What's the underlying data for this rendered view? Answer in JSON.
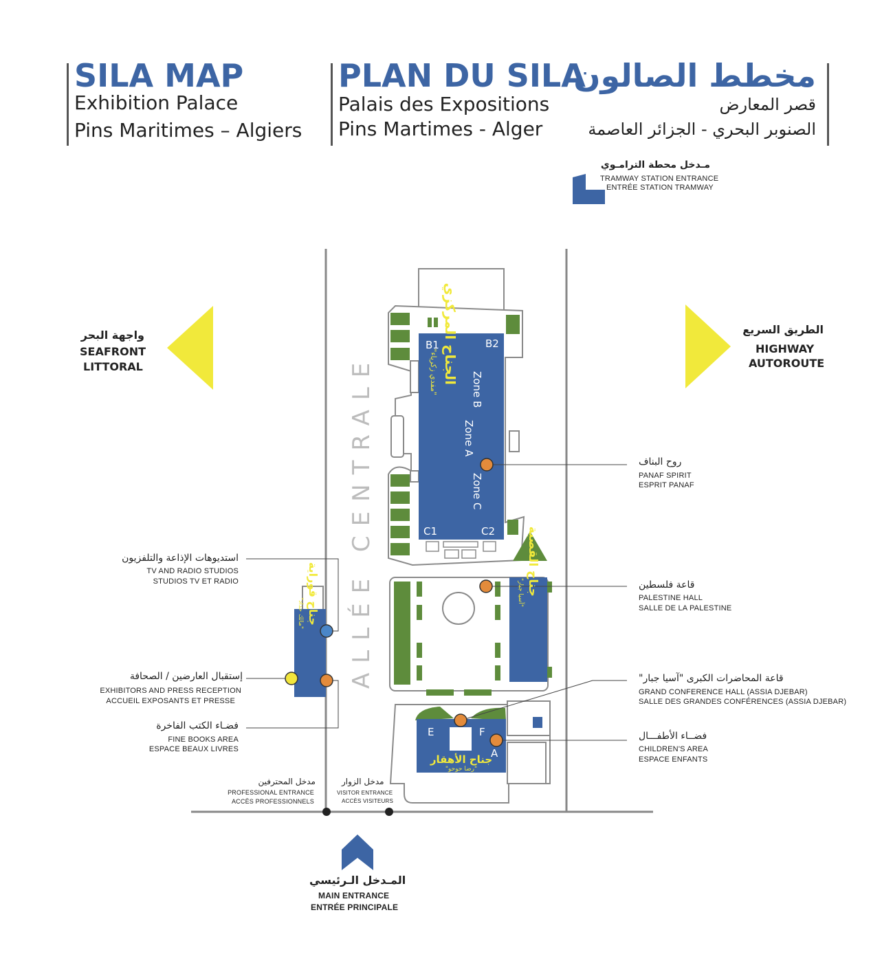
{
  "header": {
    "en": {
      "title": "SILA MAP",
      "line1": "Exhibition Palace",
      "line2": "Pins Maritimes – Algiers"
    },
    "fr": {
      "title": "PLAN DU SILA",
      "line1": "Palais des Expositions",
      "line2": "Pins Martimes - Alger"
    },
    "ar": {
      "title": "مخطط الصالون",
      "line1": "قصر المعارض",
      "line2": "الصنوبر البحري - الجزائر العاصمة"
    }
  },
  "tramway": {
    "ar": "مـدخل محطة الترامـوي",
    "en": "TRAMWAY STATION ENTRANCE",
    "fr": "ENTRÉE STATION TRAMWAY"
  },
  "seafront": {
    "ar": "واجهة البحر",
    "en": "SEAFRONT",
    "fr": "LITTORAL"
  },
  "highway": {
    "ar": "الطريق السريع",
    "en": "HIGHWAY",
    "fr": "AUTOROUTE"
  },
  "allee": "ALLÉE CENTRALE",
  "central_pavilion": {
    "zones": {
      "b1": "B1",
      "b2": "B2",
      "c1": "C1",
      "c2": "C2",
      "zone_b": "Zone B",
      "zone_a": "Zone A",
      "zone_c": "Zone C"
    },
    "name_ar": "الجناح المركزي",
    "subname_ar": "\"مفدي زكرياء\""
  },
  "left_pavilion": {
    "name_ar": "جناح قوراية",
    "subname_ar": "\"مالك حداد\""
  },
  "right_pavilion": {
    "name_ar": "جناح القصبة",
    "subname_ar": "\"آسيا جبار\""
  },
  "ahaggar_pavilion": {
    "name_ar": "جناح الأهقار",
    "subname_ar": "\"رضا حوحو\"",
    "e": "E",
    "f": "F",
    "a": "A"
  },
  "labels": {
    "panaf": {
      "ar": "روح البناف",
      "en": "PANAF SPIRIT",
      "fr": "ESPRIT PANAF"
    },
    "palestine": {
      "ar": "قاعة فلسطين",
      "en": "PALESTINE HALL",
      "fr": "SALLE DE LA PALESTINE"
    },
    "conference": {
      "ar": "قاعة المحاضرات الكبرى \"آسيا جبار\"",
      "en": "GRAND CONFERENCE HALL (ASSIA DJEBAR)",
      "fr": "SALLE DES GRANDES CONFÉRENCES (ASSIA DJEBAR)"
    },
    "children": {
      "ar": "فضــاء الأطفـــال",
      "en": "CHILDREN'S AREA",
      "fr": "ESPACE ENFANTS"
    },
    "studios": {
      "ar": "استديوهات الإذاعة والتلفزيون",
      "en": "TV AND RADIO STUDIOS",
      "fr": "STUDIOS TV ET RADIO"
    },
    "reception": {
      "ar": "إستقبال العارضين / الصحافة",
      "en": "EXHIBITORS AND PRESS RECEPTION",
      "fr": "ACCUEIL EXPOSANTS ET PRESSE"
    },
    "finebooks": {
      "ar": "فضـاء الكتب الفاخرة",
      "en": "FINE BOOKS AREA",
      "fr": "ESPACE BEAUX LIVRES"
    },
    "professional": {
      "ar": "مدخل المحترفين",
      "en": "PROFESSIONAL ENTRANCE",
      "fr": "ACCÈS PROFESSIONNELS"
    },
    "visitor": {
      "ar": "مدخل الزوار",
      "en": "VISITOR ENTRANCE",
      "fr": "ACCÈS VISITEURS"
    },
    "main": {
      "ar": "المـدخل الـرئيسي",
      "en": "MAIN ENTRANCE",
      "fr": "ENTRÉE PRINCIPALE"
    }
  },
  "colors": {
    "brand_blue": "#3d65a4",
    "green": "#5e8c3c",
    "yellow": "#f1e93b",
    "marker_orange": "#e38b3b",
    "marker_blue": "#4a86c8",
    "marker_yellow": "#f2e63c",
    "outline": "#8a8a8a"
  }
}
